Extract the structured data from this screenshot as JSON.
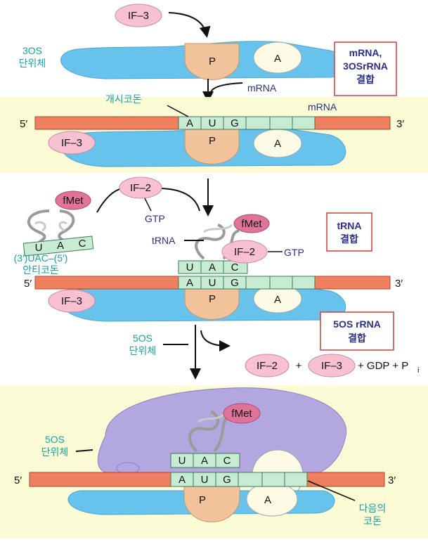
{
  "colors": {
    "panel": "#fbfbd6",
    "ribosome_small": "#67c2ec",
    "ribosome_large": "#b2a7df",
    "mrna": "#ee7f5f",
    "codon": "#c8ecd3",
    "site": "#f2c39a",
    "factor": "#f7c1d2",
    "fmet": "#e07399",
    "teal_text": "#16a3a6",
    "navy_text": "#2b2f8c",
    "box_border": "#d23b3b"
  },
  "step1": {
    "factor": "IF–3",
    "subunit_label": [
      "3OS",
      "단위체"
    ],
    "site_p": "P",
    "site_a": "A",
    "box": [
      "mRNA,",
      "3OSrRNA",
      "결합"
    ],
    "arrow_label": "mRNA"
  },
  "step2": {
    "start_codon_label": "개시코돈",
    "mrna_label": "mRNA",
    "end5": "5′",
    "end3": "3′",
    "codon": [
      "A",
      "U",
      "G"
    ],
    "factor": "IF–3",
    "site_p": "P",
    "site_a": "A"
  },
  "step3": {
    "fmet_free": "fMet",
    "anticodon": [
      "U",
      "A",
      "C"
    ],
    "anticodon_label": [
      "(3′)UAC–(5′)",
      "안티코돈"
    ],
    "if2_free": "IF–2",
    "gtp_free": "GTP",
    "trna_label": "tRNA",
    "fmet_bound": "fMet",
    "if2_bound": "IF–2",
    "gtp_bound": "GTP",
    "bound_anticodon": [
      "U",
      "A",
      "C"
    ],
    "codon": [
      "A",
      "U",
      "G"
    ],
    "end5": "5′",
    "end3": "3′",
    "factor": "IF–3",
    "site_p": "P",
    "site_a": "A",
    "box": [
      "tRNA",
      "결합"
    ]
  },
  "step4": {
    "subunit_label": [
      "5OS",
      "단위체"
    ],
    "box": [
      "5OS rRNA",
      "결합"
    ],
    "release": {
      "if2": "IF–2",
      "plus1": "+",
      "if3": "IF–3",
      "rest": "+ GDP + P",
      "subscript": "i"
    }
  },
  "step5": {
    "fmet": "fMet",
    "anticodon": [
      "U",
      "A",
      "C"
    ],
    "codon": [
      "A",
      "U",
      "G"
    ],
    "end5": "5′",
    "end3": "3′",
    "subunit_label": [
      "5OS",
      "단위체"
    ],
    "site_p": "P",
    "site_a": "A",
    "next_codon_label": [
      "다음의",
      "코돈"
    ]
  }
}
